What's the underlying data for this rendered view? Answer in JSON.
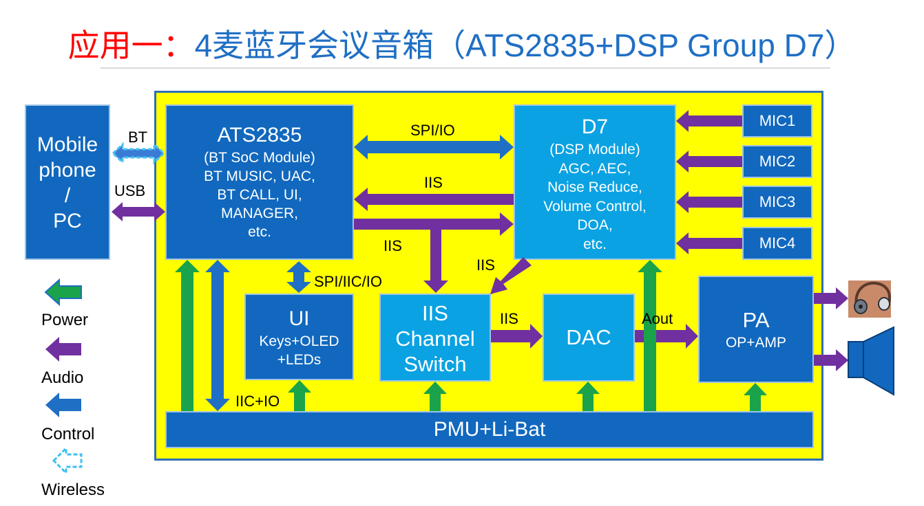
{
  "title": {
    "prefix": "应用一：",
    "main": "4麦蓝牙会议音箱（ATS2835+DSP Group D7）"
  },
  "colors": {
    "board": "#ffff00",
    "dark_module": "#1168be",
    "light_module": "#0aa2e2",
    "power_arrow": "#1aa34a",
    "audio_arrow": "#7030a0",
    "control_arrow": "#1f6fc4",
    "wireless_arrow": "#3cc0f0"
  },
  "modules": {
    "mobile": {
      "line1": "Mobile",
      "line2": "phone",
      "line3": "/",
      "line4": "PC"
    },
    "ats": {
      "name": "ATS2835",
      "lines": [
        "(BT SoC Module)",
        "BT MUSIC, UAC,",
        "BT CALL, UI,",
        "MANAGER,",
        "etc."
      ]
    },
    "d7": {
      "name": "D7",
      "lines": [
        "(DSP Module)",
        "AGC, AEC,",
        "Noise Reduce,",
        "Volume Control,",
        "DOA,",
        "etc."
      ]
    },
    "mics": [
      "MIC1",
      "MIC2",
      "MIC3",
      "MIC4"
    ],
    "ui": {
      "name": "UI",
      "lines": [
        "Keys+OLED",
        "+LEDs"
      ]
    },
    "iis_switch": {
      "lines": [
        "IIS",
        "Channel",
        "Switch"
      ]
    },
    "dac": {
      "name": "DAC"
    },
    "pa": {
      "name": "PA",
      "desc": "OP+AMP"
    },
    "pmu": {
      "name": "PMU+Li-Bat"
    }
  },
  "links": {
    "bt": "BT",
    "usb": "USB",
    "spi_io": "SPI/IO",
    "iis_d7_to_ats": "IIS",
    "iis_ats_out": "IIS",
    "iis_d7_to_switch": "IIS",
    "spi_iic_io": "SPI/IIC/IO",
    "iis_switch_to_dac": "IIS",
    "aout": "Aout",
    "iic_io": "IIC+IO"
  },
  "legend": {
    "power": "Power",
    "audio": "Audio",
    "control": "Control",
    "wireless": "Wireless"
  },
  "icons": [
    "headphones-icon",
    "speaker-icon"
  ]
}
